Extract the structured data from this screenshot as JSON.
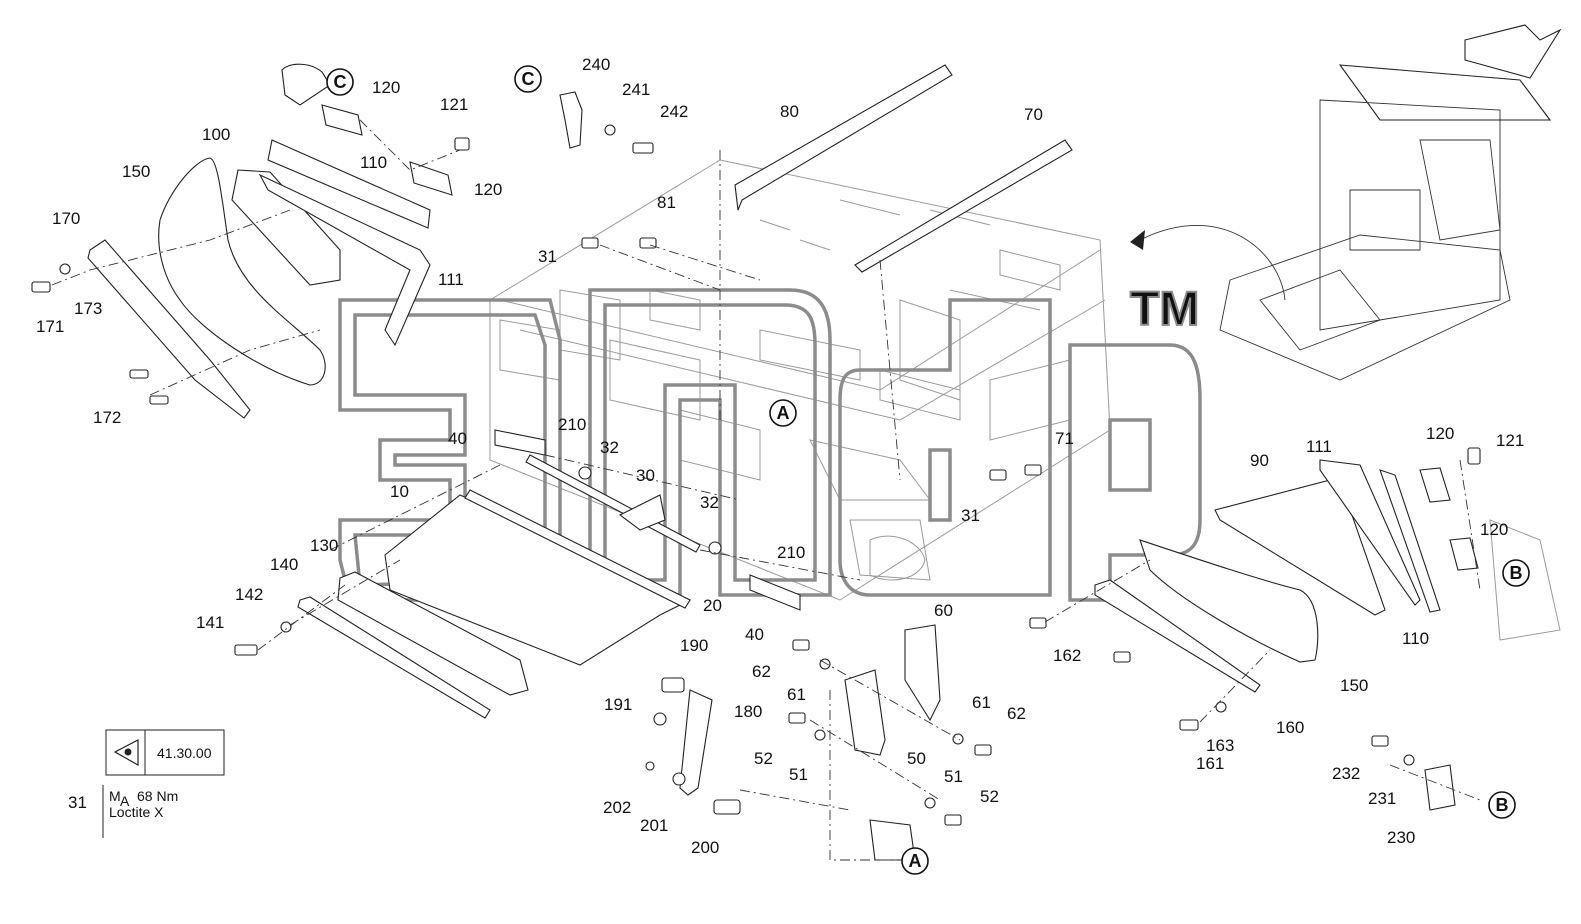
{
  "watermark": {
    "text": "эпд",
    "tm": "TM"
  },
  "callouts": [
    "C",
    "C",
    "A",
    "A",
    "B",
    "B"
  ],
  "labels": [
    "240",
    "241",
    "242",
    "120",
    "121",
    "110",
    "120",
    "100",
    "150",
    "170",
    "173",
    "171",
    "172",
    "111",
    "80",
    "70",
    "81",
    "31",
    "71",
    "31",
    "210",
    "40",
    "32",
    "30",
    "10",
    "130",
    "140",
    "142",
    "141",
    "20",
    "32",
    "210",
    "40",
    "60",
    "62",
    "61",
    "190",
    "191",
    "180",
    "61",
    "62",
    "52",
    "51",
    "50",
    "51",
    "52",
    "202",
    "201",
    "200",
    "90",
    "111",
    "120",
    "121",
    "120",
    "162",
    "150",
    "110",
    "160",
    "163",
    "161",
    "232",
    "231",
    "230"
  ],
  "note": {
    "ref_item": "31",
    "torque_prefix": "M",
    "torque_sub": "A",
    "torque_value": "68 Nm",
    "adhesive": "Loctite X",
    "reference_code": "41.30.00",
    "reference_icon": "eye-icon"
  }
}
